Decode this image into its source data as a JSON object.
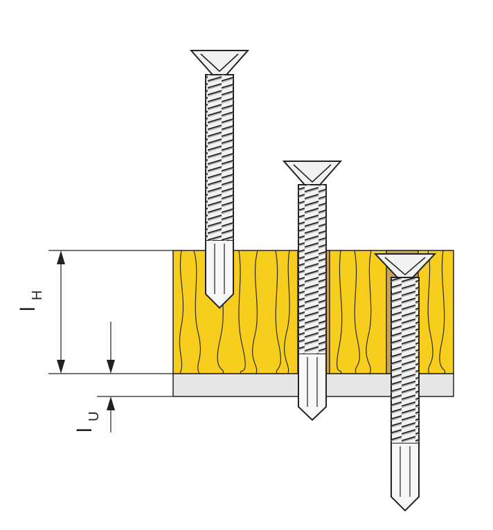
{
  "diagram": {
    "labels": {
      "wood_thickness": {
        "main": "l",
        "sub": "H"
      },
      "steel_thickness": {
        "main": "l",
        "sub": "U"
      }
    },
    "colors": {
      "wood": "#f7cd1e",
      "wood_grain": "#2a2a2a",
      "steel_plate": "#e6e6e6",
      "screw_fill": "#f2f2f2",
      "outline": "#222222"
    },
    "screws": [
      {
        "id": "screw-1",
        "state": "before drilling (above wood)"
      },
      {
        "id": "screw-2",
        "state": "drilled through wood, tip in steel"
      },
      {
        "id": "screw-3",
        "state": "fully installed through wood and steel"
      }
    ]
  }
}
